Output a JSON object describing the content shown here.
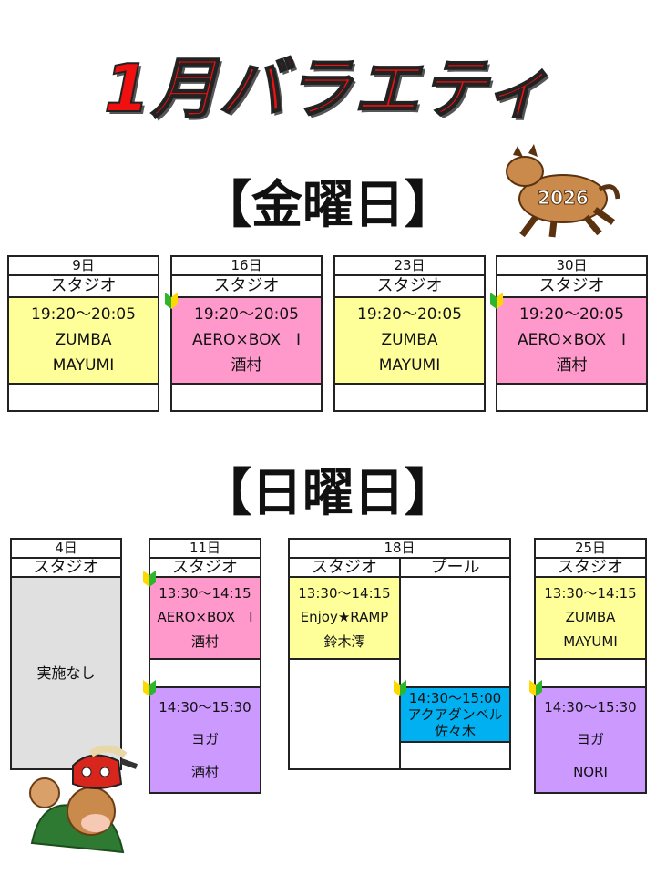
{
  "title": "1月バラエティ",
  "friday": {
    "heading": "【金曜日】",
    "badge_year": "2026",
    "days": [
      {
        "date": "9日",
        "room": "スタジオ",
        "time": "19:20〜20:05",
        "class": "ZUMBA",
        "instructor": "MAYUMI",
        "color": "#ffff99"
      },
      {
        "date": "16日",
        "room": "スタジオ",
        "time": "19:20〜20:05",
        "class": "AERO×BOX　Ⅰ",
        "instructor": "酒村",
        "color": "#ff99cc"
      },
      {
        "date": "23日",
        "room": "スタジオ",
        "time": "19:20〜20:05",
        "class": "ZUMBA",
        "instructor": "MAYUMI",
        "color": "#ffff99"
      },
      {
        "date": "30日",
        "room": "スタジオ",
        "time": "19:20〜20:05",
        "class": "AERO×BOX　Ⅰ",
        "instructor": "酒村",
        "color": "#ff99cc"
      }
    ]
  },
  "sunday": {
    "heading": "【日曜日】",
    "d4": {
      "date": "4日",
      "room": "スタジオ",
      "note": "実施なし"
    },
    "d11": {
      "date": "11日",
      "room": "スタジオ",
      "a": {
        "time": "13:30〜14:15",
        "class": "AERO×BOX　Ⅰ",
        "instructor": "酒村"
      },
      "b": {
        "time": "14:30〜15:30",
        "class": "ヨガ",
        "instructor": "酒村"
      }
    },
    "d18": {
      "date": "18日",
      "room1": "スタジオ",
      "room2": "プール",
      "a": {
        "time": "13:30〜14:15",
        "class": "Enjoy★RAMP",
        "instructor": "鈴木澪"
      },
      "b": {
        "time": "14:30〜15:00",
        "class": "アクアダンベル",
        "instructor": "佐々木"
      }
    },
    "d25": {
      "date": "25日",
      "room": "スタジオ",
      "a": {
        "time": "13:30〜14:15",
        "class": "ZUMBA",
        "instructor": "MAYUMI"
      },
      "b": {
        "time": "14:30〜15:30",
        "class": "ヨガ",
        "instructor": "NORI"
      }
    }
  }
}
